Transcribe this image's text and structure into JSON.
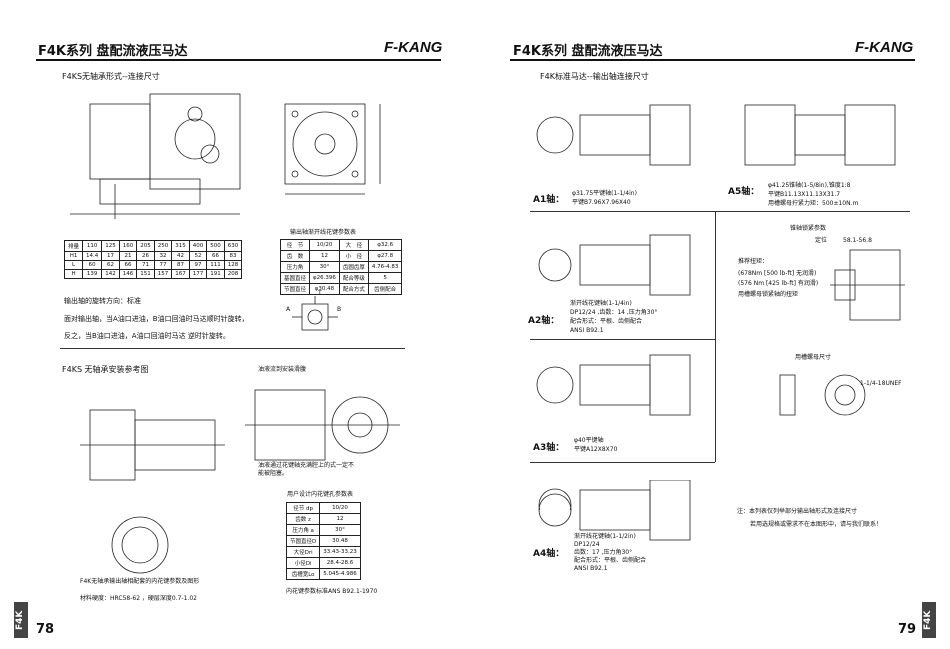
{
  "left": {
    "header_title": "F4K系列 盘配流液压马达",
    "brand": "F-KANG",
    "page_number": "78",
    "side_tab": "F4K",
    "section1_title": "F4KS无轴承形式--连接尺寸",
    "table1": {
      "rows": [
        [
          "排量",
          "110",
          "125",
          "160",
          "205",
          "250",
          "315",
          "400",
          "500",
          "630"
        ],
        [
          "H1",
          "14.4",
          "17",
          "21",
          "26",
          "32",
          "42",
          "52",
          "66",
          "83"
        ],
        [
          "L",
          "60",
          "62",
          "66",
          "71",
          "77",
          "87",
          "97",
          "111",
          "128"
        ],
        [
          "H",
          "139",
          "142",
          "146",
          "151",
          "157",
          "167",
          "177",
          "191",
          "208"
        ]
      ]
    },
    "table2": {
      "title": "输出轴渐开线花键参数表",
      "rows": [
        [
          "径　节",
          "10/20",
          "大　径",
          "φ32.6"
        ],
        [
          "齿　数",
          "12",
          "小　径",
          "φ27.8"
        ],
        [
          "压力角",
          "30°",
          "齿圆齿厚",
          "4.76-4.83"
        ],
        [
          "基圆直径",
          "φ26.396",
          "配合等级",
          "5"
        ],
        [
          "节圆直径",
          "φ30.48",
          "配合方式",
          "齿侧配合"
        ]
      ]
    },
    "rotation_lines": [
      "输出轴的旋转方向：标准",
      "面对输出轴，当A油口进油，B油口回油时马达顺时针旋转，",
      "反之，当B油口进油，A油口回油时马达 逆时针旋转。"
    ],
    "port_labels": {
      "t": "T",
      "a": "A",
      "b": "B"
    },
    "section2_title": "F4KS 无轴承安装参考图",
    "install_note": "油液流到安装滑腹",
    "install_note2": "油液通过花键轴充满腔上的式一定不能被阻塞。",
    "table3": {
      "title": "用户设计内花键孔参数表",
      "rows": [
        [
          "径节 dp",
          "10/20"
        ],
        [
          "齿数 z",
          "12"
        ],
        [
          "压力角 a",
          "30°"
        ],
        [
          "节圆直径D",
          "30.48"
        ],
        [
          "大径Dri",
          "33.43-33.23"
        ],
        [
          "小径Di",
          "28.4-28.6"
        ],
        [
          "齿槽宽Lo",
          "5.045-4.986"
        ]
      ],
      "caption": "内花键参数标准ANS B92.1-1970"
    },
    "bottom_lines": [
      "F4K无轴承输出轴相配套的内花键参数及图形",
      "材料硬度：HRC58-62 ，硬层深度0.7-1.02"
    ]
  },
  "right": {
    "header_title": "F4K系列 盘配流液压马达",
    "brand": "F-KANG",
    "page_number": "79",
    "side_tab": "F4K",
    "section_title": "F4K标准马达--输出轴连接尺寸",
    "a1": {
      "label": "A1轴：",
      "lines": [
        "φ31.75平键轴(1-1/4in)",
        "平键B7.96X7.96X40"
      ]
    },
    "a5": {
      "label": "A5轴：",
      "lines": [
        "φ41.25锥轴(1-5/8in),锥度1:8",
        "平键B11.13X11.13X31.7",
        "用槽螺母拧紧力矩：500±10N.m"
      ]
    },
    "a2": {
      "label": "A2轴：",
      "lines": [
        "渐开线花键轴(1-1/4in)",
        "DP12/24 ,齿数：14 ,压力角30°",
        "配合形式：平根、齿侧配合",
        "ANSI B92.1"
      ]
    },
    "a3": {
      "label": "A3轴：",
      "lines": [
        "φ40平键轴",
        "平键A12X8X70"
      ]
    },
    "a4": {
      "label": "A4轴：",
      "lines": [
        "渐开线花键轴(1-1/2in)",
        "DP12/24",
        "齿数：17 ,压力角30°",
        "配合形式：平根、齿侧配合",
        "ANSI B92.1"
      ]
    },
    "nut_title": "锥轴锁紧参数",
    "nut_lines": [
      "推荐扭矩：",
      "(678Nm [500 lb-ft] 无润滑)",
      "(576 Nm [425 lb-ft] 有润滑)",
      "用槽螺母锁紧轴的扭矩"
    ],
    "nut_dim": "58.1-56.8",
    "nut_tag": "定位",
    "thread_title": "用槽螺母尺寸",
    "thread_spec": "1-1/4-18UNEF",
    "note": [
      "注：本列表仅列举部分输出轴形式及连接尺寸",
      "若用选规格或需求不在本图形中，请与我们联系！"
    ]
  }
}
